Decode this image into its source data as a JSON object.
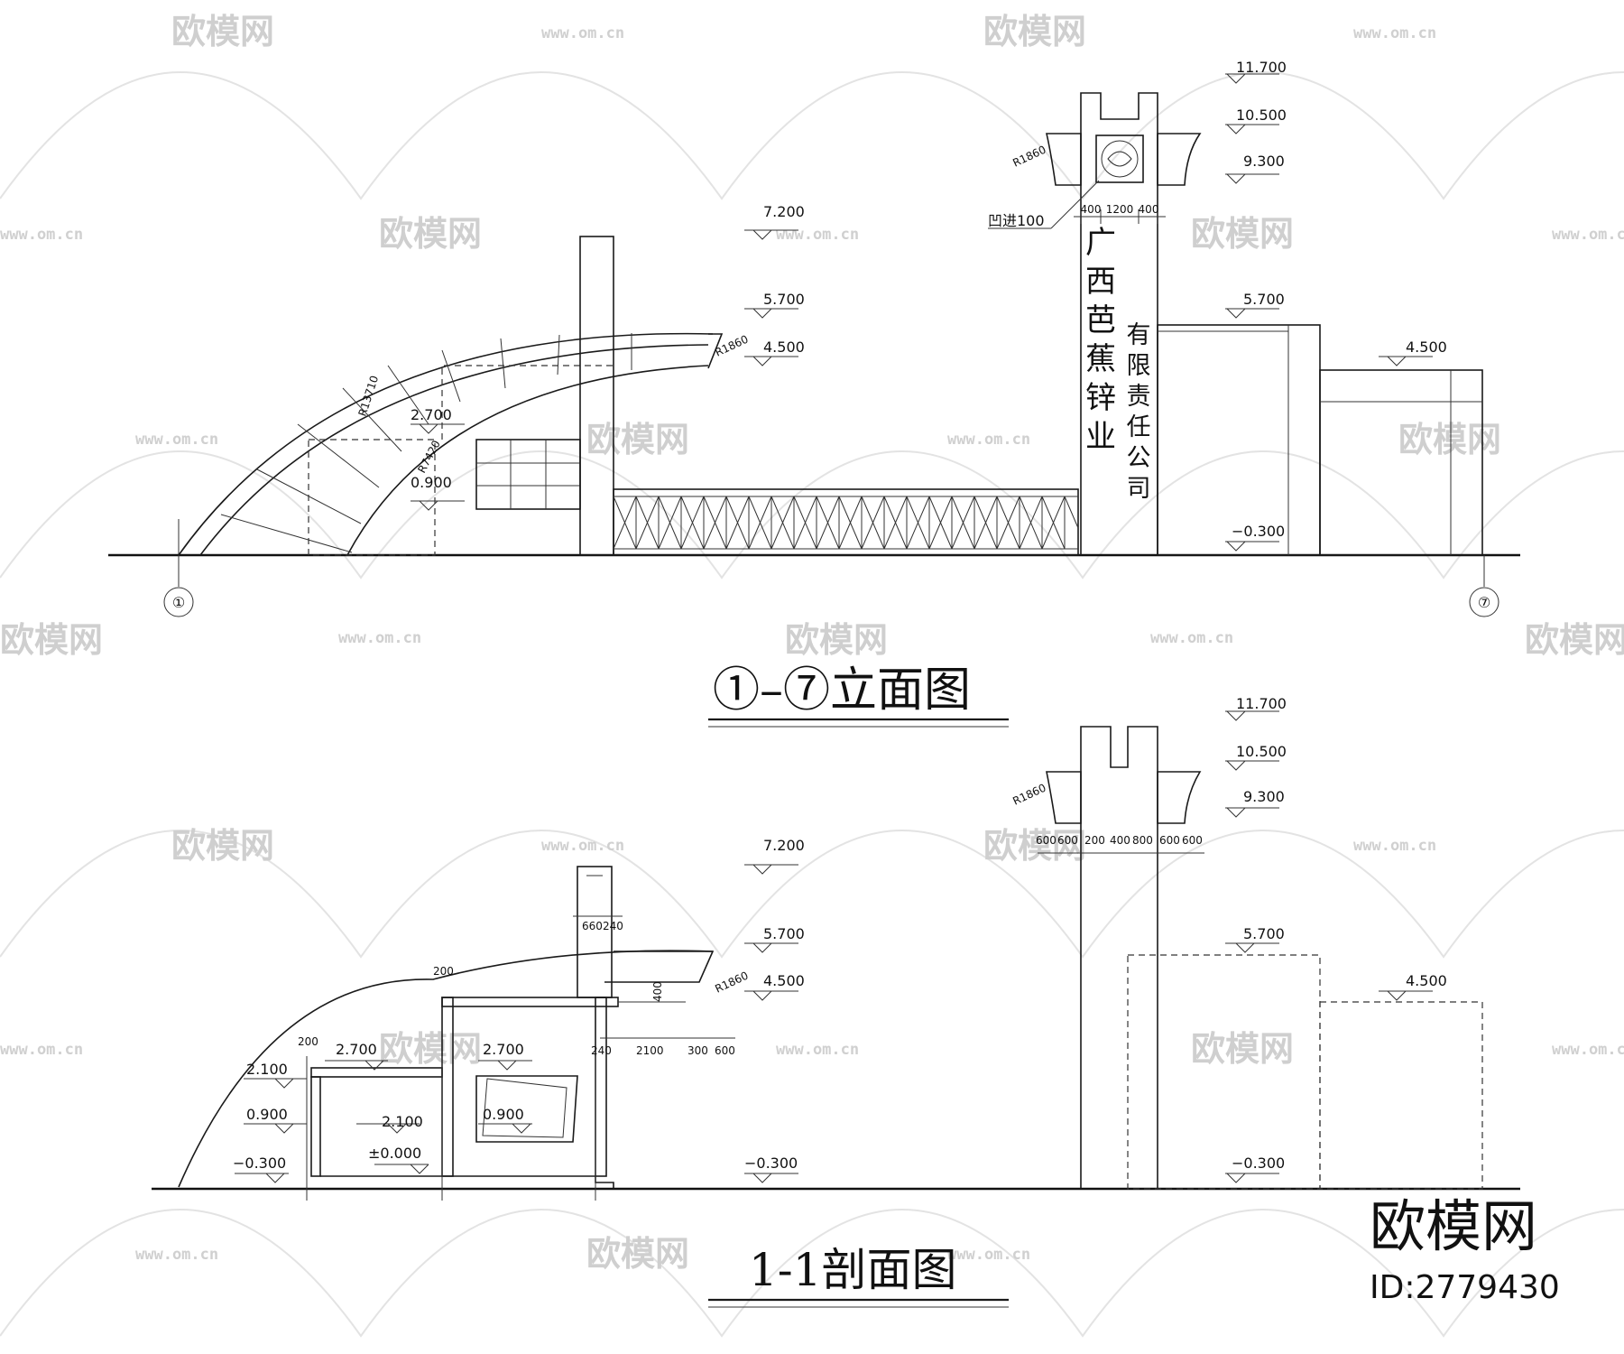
{
  "elevation": {
    "title": "①–⑦立面图",
    "axis_start": "①",
    "axis_end": "⑦",
    "levels": {
      "l_7200": "7.200",
      "l_5700_left": "5.700",
      "l_4500_left": "4.500",
      "l_2700": "2.700",
      "l_0900": "0.900",
      "l_11700": "11.700",
      "l_10500": "10.500",
      "l_9300": "9.300",
      "l_5700_right": "5.700",
      "l_4500_right": "4.500",
      "l_minus0300": "−0.300"
    },
    "radius_labels": {
      "r_top": "R1860",
      "r_arc_outer": "R13710",
      "r_arc_inner": "R7420",
      "r_tower": "R1860"
    },
    "recess_note": "凹进100",
    "tower_dims": [
      "400",
      "1200",
      "400"
    ],
    "sign_main": [
      "广",
      "西",
      "芭",
      "蕉",
      "锌",
      "业"
    ],
    "sign_sub": [
      "有",
      "限",
      "责",
      "任",
      "公",
      "司"
    ]
  },
  "section": {
    "title": "1-1剖面图",
    "levels": {
      "l_7200": "7.200",
      "l_5700_left": "5.700",
      "l_4500_left": "4.500",
      "l_2700_a": "2.700",
      "l_2700_b": "2.700",
      "l_2100_a": "2.100",
      "l_2100_b": "2.100",
      "l_0900_a": "0.900",
      "l_0900_b": "0.900",
      "l_pm0000": "±0.000",
      "l_minus0300_a": "−0.300",
      "l_minus0300_b": "−0.300",
      "l_11700": "11.700",
      "l_10500": "10.500",
      "l_9300": "9.300",
      "l_5700_right": "5.700",
      "l_4500_right": "4.500",
      "l_minus0300_c": "−0.300"
    },
    "radius_label_left": "R1860",
    "radius_label_tower": "R1860",
    "dims": {
      "d_660": "660",
      "d_240_top": "240",
      "d_200_top": "200",
      "d_200_left": "200",
      "d_400": "400",
      "d_240": "240",
      "d_2100": "2100",
      "d_300": "300",
      "d_600": "600"
    },
    "tower_dims": [
      "600",
      "600",
      "200",
      "400",
      "800",
      "600",
      "600"
    ]
  },
  "watermark": {
    "brand": "欧模网",
    "url": "www.om.cn",
    "id_text": "ID:2779430"
  }
}
